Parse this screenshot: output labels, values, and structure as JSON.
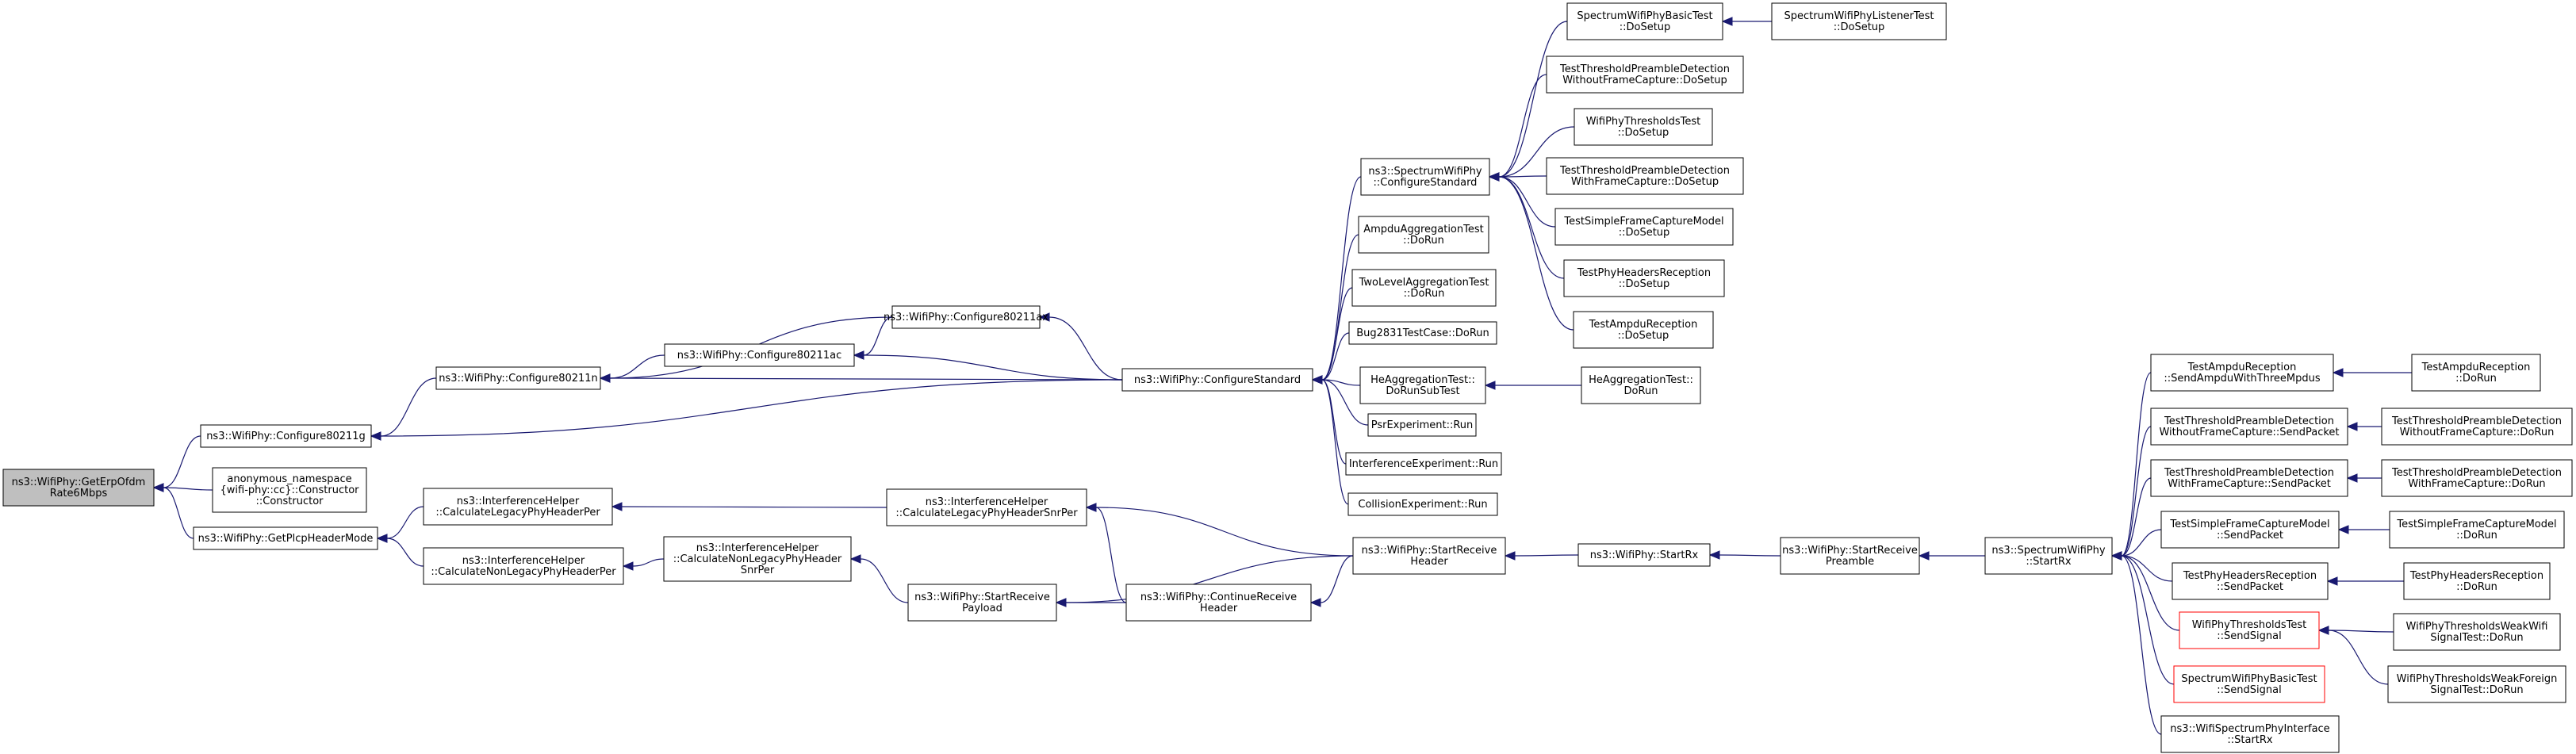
{
  "diagram": {
    "title": "",
    "colors": {
      "edge": "#191970",
      "root_fill": "#bfbfbf",
      "node_border": "#000000",
      "highlight_border": "#ff0000"
    },
    "nodes": [
      {
        "id": "n0",
        "lines": [
          "ns3::WifiPhy::GetErpOfdm",
          "Rate6Mbps"
        ],
        "style": "root"
      },
      {
        "id": "n1",
        "lines": [
          "ns3::WifiPhy::Configure80211g"
        ]
      },
      {
        "id": "n2",
        "lines": [
          "anonymous_namespace",
          "{wifi-phy::cc}::Constructor",
          "::Constructor"
        ]
      },
      {
        "id": "n3",
        "lines": [
          "ns3::WifiPhy::GetPlcpHeaderMode"
        ]
      },
      {
        "id": "n4",
        "lines": [
          "ns3::WifiPhy::Configure80211n"
        ]
      },
      {
        "id": "n5",
        "lines": [
          "ns3::WifiPhy::ConfigureStandard"
        ]
      },
      {
        "id": "n6",
        "lines": [
          "ns3::InterferenceHelper",
          "::CalculateLegacyPhyHeaderPer"
        ]
      },
      {
        "id": "n7",
        "lines": [
          "ns3::InterferenceHelper",
          "::CalculateNonLegacyPhyHeaderPer"
        ]
      },
      {
        "id": "n8",
        "lines": [
          "ns3::WifiPhy::Configure80211ax"
        ]
      },
      {
        "id": "n9",
        "lines": [
          "ns3::WifiPhy::Configure80211ac"
        ]
      },
      {
        "id": "n10",
        "lines": [
          "ns3::SpectrumWifiPhy",
          "::ConfigureStandard"
        ]
      },
      {
        "id": "n11",
        "lines": [
          "AmpduAggregationTest",
          "::DoRun"
        ]
      },
      {
        "id": "n12",
        "lines": [
          "TwoLevelAggregationTest",
          "::DoRun"
        ]
      },
      {
        "id": "n13",
        "lines": [
          "Bug2831TestCase::DoRun"
        ]
      },
      {
        "id": "n14",
        "lines": [
          "HeAggregationTest::",
          "DoRunSubTest"
        ]
      },
      {
        "id": "n15",
        "lines": [
          "PsrExperiment::Run"
        ]
      },
      {
        "id": "n16",
        "lines": [
          "InterferenceExperiment::Run"
        ]
      },
      {
        "id": "n17",
        "lines": [
          "CollisionExperiment::Run"
        ]
      },
      {
        "id": "n18",
        "lines": [
          "ns3::InterferenceHelper",
          "::CalculateLegacyPhyHeaderSnrPer"
        ]
      },
      {
        "id": "n19",
        "lines": [
          "ns3::InterferenceHelper",
          "::CalculateNonLegacyPhyHeader",
          "SnrPer"
        ]
      },
      {
        "id": "n20",
        "lines": [
          "ns3::WifiPhy::StartReceive",
          "Payload"
        ]
      },
      {
        "id": "n21",
        "lines": [
          "ns3::WifiPhy::ContinueReceive",
          "Header"
        ]
      },
      {
        "id": "n22",
        "lines": [
          "ns3::WifiPhy::StartReceive",
          "Header"
        ]
      },
      {
        "id": "n23",
        "lines": [
          "ns3::WifiPhy::StartRx"
        ]
      },
      {
        "id": "n24",
        "lines": [
          "ns3::WifiPhy::StartReceive",
          "Preamble"
        ]
      },
      {
        "id": "n25",
        "lines": [
          "ns3::SpectrumWifiPhy",
          "::StartRx"
        ]
      },
      {
        "id": "n26",
        "lines": [
          "SpectrumWifiPhyBasicTest",
          "::DoSetup"
        ]
      },
      {
        "id": "n27",
        "lines": [
          "SpectrumWifiPhyListenerTest",
          "::DoSetup"
        ]
      },
      {
        "id": "n28",
        "lines": [
          "TestThresholdPreambleDetection",
          "WithoutFrameCapture::DoSetup"
        ]
      },
      {
        "id": "n29",
        "lines": [
          "WifiPhyThresholdsTest",
          "::DoSetup"
        ]
      },
      {
        "id": "n30",
        "lines": [
          "TestThresholdPreambleDetection",
          "WithFrameCapture::DoSetup"
        ]
      },
      {
        "id": "n31",
        "lines": [
          "TestSimpleFrameCaptureModel",
          "::DoSetup"
        ]
      },
      {
        "id": "n32",
        "lines": [
          "TestPhyHeadersReception",
          "::DoSetup"
        ]
      },
      {
        "id": "n33",
        "lines": [
          "TestAmpduReception",
          "::DoSetup"
        ]
      },
      {
        "id": "n34",
        "lines": [
          "HeAggregationTest::",
          "DoRun"
        ]
      },
      {
        "id": "n35",
        "lines": [
          "TestAmpduReception",
          "::SendAmpduWithThreeMpdus"
        ]
      },
      {
        "id": "n36",
        "lines": [
          "TestThresholdPreambleDetection",
          "WithoutFrameCapture::SendPacket"
        ]
      },
      {
        "id": "n37",
        "lines": [
          "TestThresholdPreambleDetection",
          "WithFrameCapture::SendPacket"
        ]
      },
      {
        "id": "n38",
        "lines": [
          "TestSimpleFrameCaptureModel",
          "::SendPacket"
        ]
      },
      {
        "id": "n39",
        "lines": [
          "TestPhyHeadersReception",
          "::SendPacket"
        ]
      },
      {
        "id": "n40",
        "lines": [
          "WifiPhyThresholdsTest",
          "::SendSignal"
        ],
        "style": "red"
      },
      {
        "id": "n41",
        "lines": [
          "SpectrumWifiPhyBasicTest",
          "::SendSignal"
        ],
        "style": "red"
      },
      {
        "id": "n42",
        "lines": [
          "ns3::WifiSpectrumPhyInterface",
          "::StartRx"
        ]
      },
      {
        "id": "n43",
        "lines": [
          "TestAmpduReception",
          "::DoRun"
        ]
      },
      {
        "id": "n44",
        "lines": [
          "TestThresholdPreambleDetection",
          "WithoutFrameCapture::DoRun"
        ]
      },
      {
        "id": "n45",
        "lines": [
          "TestThresholdPreambleDetection",
          "WithFrameCapture::DoRun"
        ]
      },
      {
        "id": "n46",
        "lines": [
          "TestSimpleFrameCaptureModel",
          "::DoRun"
        ]
      },
      {
        "id": "n47",
        "lines": [
          "TestPhyHeadersReception",
          "::DoRun"
        ]
      },
      {
        "id": "n48",
        "lines": [
          "WifiPhyThresholdsWeakWifi",
          "SignalTest::DoRun"
        ]
      },
      {
        "id": "n49",
        "lines": [
          "WifiPhyThresholdsWeakForeign",
          "SignalTest::DoRun"
        ]
      }
    ],
    "edges": [
      [
        "n1",
        "n0"
      ],
      [
        "n2",
        "n0"
      ],
      [
        "n3",
        "n0"
      ],
      [
        "n4",
        "n1"
      ],
      [
        "n5",
        "n1"
      ],
      [
        "n6",
        "n3"
      ],
      [
        "n7",
        "n3"
      ],
      [
        "n8",
        "n4"
      ],
      [
        "n9",
        "n4"
      ],
      [
        "n5",
        "n4"
      ],
      [
        "n8",
        "n9"
      ],
      [
        "n5",
        "n9"
      ],
      [
        "n5",
        "n8"
      ],
      [
        "n10",
        "n5"
      ],
      [
        "n11",
        "n5"
      ],
      [
        "n12",
        "n5"
      ],
      [
        "n13",
        "n5"
      ],
      [
        "n14",
        "n5"
      ],
      [
        "n15",
        "n5"
      ],
      [
        "n16",
        "n5"
      ],
      [
        "n17",
        "n5"
      ],
      [
        "n18",
        "n6"
      ],
      [
        "n19",
        "n7"
      ],
      [
        "n20",
        "n19"
      ],
      [
        "n21",
        "n18"
      ],
      [
        "n22",
        "n18"
      ],
      [
        "n21",
        "n20"
      ],
      [
        "n22",
        "n20"
      ],
      [
        "n22",
        "n21"
      ],
      [
        "n23",
        "n22"
      ],
      [
        "n24",
        "n23"
      ],
      [
        "n25",
        "n24"
      ],
      [
        "n26",
        "n10"
      ],
      [
        "n28",
        "n10"
      ],
      [
        "n29",
        "n10"
      ],
      [
        "n30",
        "n10"
      ],
      [
        "n31",
        "n10"
      ],
      [
        "n32",
        "n10"
      ],
      [
        "n33",
        "n10"
      ],
      [
        "n27",
        "n26"
      ],
      [
        "n34",
        "n14"
      ],
      [
        "n35",
        "n25"
      ],
      [
        "n36",
        "n25"
      ],
      [
        "n37",
        "n25"
      ],
      [
        "n38",
        "n25"
      ],
      [
        "n39",
        "n25"
      ],
      [
        "n40",
        "n25"
      ],
      [
        "n41",
        "n25"
      ],
      [
        "n42",
        "n25"
      ],
      [
        "n43",
        "n35"
      ],
      [
        "n44",
        "n36"
      ],
      [
        "n45",
        "n37"
      ],
      [
        "n46",
        "n38"
      ],
      [
        "n47",
        "n39"
      ],
      [
        "n48",
        "n40"
      ],
      [
        "n49",
        "n40"
      ]
    ]
  }
}
